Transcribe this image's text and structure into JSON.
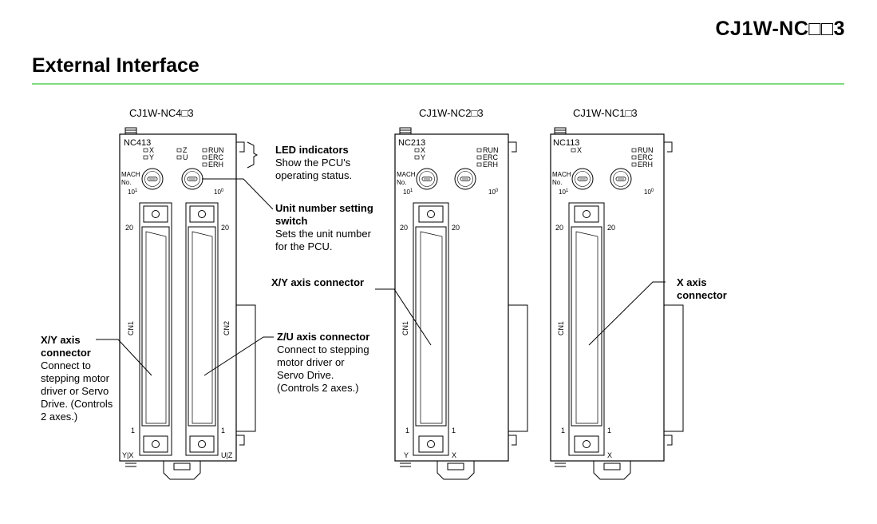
{
  "header": {
    "model": "CJ1W-NC□□3",
    "section": "External Interface"
  },
  "units": [
    {
      "caption": "CJ1W-NC4□3",
      "name_plate": "NC413",
      "left_axes": [
        "X",
        "Y"
      ],
      "right_axes": [
        "Z",
        "U"
      ],
      "status_leds": [
        "RUN",
        "ERC",
        "ERH"
      ],
      "switch_label_1": "MACH",
      "switch_label_2": "No.",
      "exp_left": "10",
      "exp_left_sup": "1",
      "exp_right": "10",
      "exp_right_sup": "0",
      "pin_top": "20",
      "pin_bottom": "1",
      "cn_left": "CN1",
      "cn_right": "CN2",
      "bottom_left": "Y|X",
      "bottom_right": "U|Z"
    },
    {
      "caption": "CJ1W-NC2□3",
      "name_plate": "NC213",
      "left_axes": [
        "X",
        "Y"
      ],
      "status_leds": [
        "RUN",
        "ERC",
        "ERH"
      ],
      "switch_label_1": "MACH",
      "switch_label_2": "No.",
      "exp_left": "10",
      "exp_left_sup": "1",
      "exp_right": "10",
      "exp_right_sup": "0",
      "pin_top": "20",
      "pin_bottom": "1",
      "cn_left": "CN1",
      "bottom_left": "Y",
      "bottom_right": "X"
    },
    {
      "caption": "CJ1W-NC1□3",
      "name_plate": "NC113",
      "left_axes": [
        "X"
      ],
      "status_leds": [
        "RUN",
        "ERC",
        "ERH"
      ],
      "switch_label_1": "MACH",
      "switch_label_2": "No.",
      "exp_left": "10",
      "exp_left_sup": "1",
      "exp_right": "10",
      "exp_right_sup": "0",
      "pin_top": "20",
      "pin_bottom": "1",
      "cn_left": "CN1",
      "bottom_right": "X"
    }
  ],
  "callouts": {
    "led_title": "LED indicators",
    "led_desc_1": "Show the PCU's",
    "led_desc_2": "operating status.",
    "unit_title_1": "Unit number setting",
    "unit_title_2": "switch",
    "unit_desc_1": "Sets the unit number",
    "unit_desc_2": "for the PCU.",
    "xy_left_title_1": "X/Y axis",
    "xy_left_title_2": "connector",
    "xy_left_desc_1": "Connect to",
    "xy_left_desc_2": "stepping motor",
    "xy_left_desc_3": "driver or Servo",
    "xy_left_desc_4": "Drive. (Controls",
    "xy_left_desc_5": "2 axes.)",
    "zu_title": "Z/U axis connector",
    "zu_desc_1": "Connect to stepping",
    "zu_desc_2": "motor driver or",
    "zu_desc_3": "Servo Drive.",
    "zu_desc_4": "(Controls 2 axes.)",
    "xy_mid_title": "X/Y axis connector",
    "x_title_1": "X axis",
    "x_title_2": "connector"
  }
}
